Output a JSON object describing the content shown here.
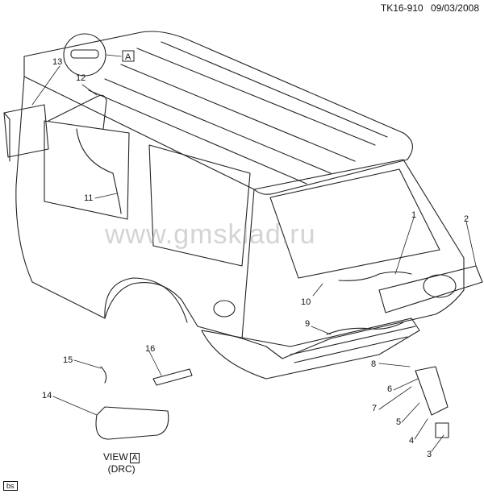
{
  "header": {
    "ref": "TK16-910",
    "date": "09/03/2008"
  },
  "watermark": "www.gmsklad.ru",
  "view": {
    "word": "VIEW",
    "letter": "A",
    "code": "(DRC)"
  },
  "callouts": [
    "1",
    "2",
    "3",
    "4",
    "5",
    "6",
    "7",
    "8",
    "9",
    "10",
    "11",
    "12",
    "13",
    "14",
    "15",
    "16"
  ],
  "inset_letter": "A",
  "footer_code": "bs"
}
